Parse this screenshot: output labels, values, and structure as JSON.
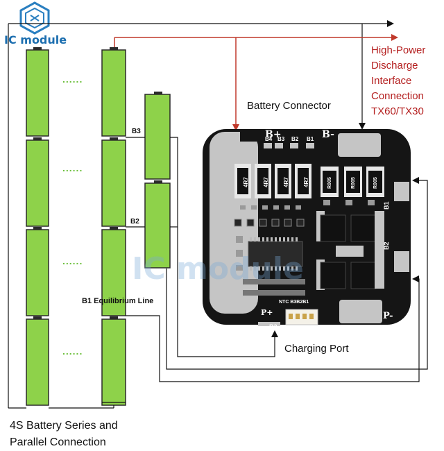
{
  "brand": {
    "name": "IC module",
    "watermark": "IC module"
  },
  "high_power": {
    "lines": [
      "High-Power",
      "Discharge",
      "Interface",
      "Connection",
      "TX60/TX30"
    ]
  },
  "labels": {
    "battery_connector": "Battery Connector",
    "charging_port": "Charging Port",
    "b1_line": "B1 Equilibrium Line",
    "b3": "B3",
    "b2": "B2"
  },
  "bottom_label": {
    "lines": [
      "4S Battery Series and",
      "Parallel Connection"
    ]
  },
  "dots": "......",
  "pcb": {
    "b_plus": "B+",
    "b_minus": "B-",
    "p_minus": "P-",
    "p_plus": "P+",
    "b1": "B1",
    "b2": "B2",
    "b3": "B3",
    "header_b4": "B4",
    "header_b3": "B3",
    "header_b2": "B2",
    "header_b1": "B1",
    "ntc_row": "NTC B3B2B1",
    "resistors_left": [
      "4R7",
      "4R7",
      "4R7",
      "4R7"
    ],
    "resistors_right": [
      "R005",
      "R005",
      "R005"
    ]
  },
  "colors": {
    "cell": "#8ed24a",
    "arrow_red": "#c0392b",
    "pcb": "#141414",
    "pad": "#bdbdbd"
  }
}
